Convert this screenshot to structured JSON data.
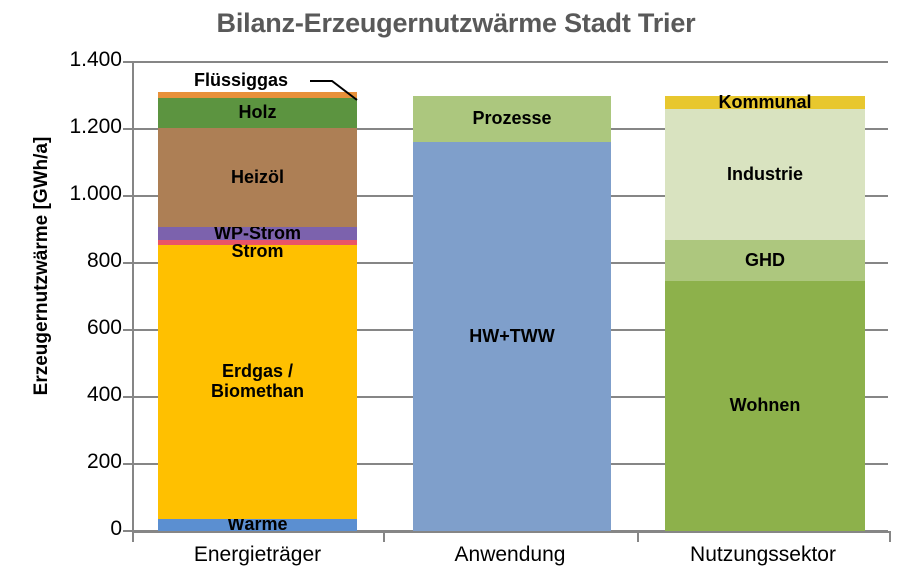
{
  "chart_data": {
    "type": "bar",
    "stacked": true,
    "title": "Bilanz-Erzeugernutzwärme Stadt Trier",
    "xlabel": "",
    "ylabel": "Erzeugernutzwärme [GWh/a]",
    "ylim": [
      0,
      1400
    ],
    "ytick_step": 200,
    "ytick_labels": [
      "1.400",
      "1.200",
      "1.000",
      "800",
      "600",
      "400",
      "200",
      "0"
    ],
    "ytick_values": [
      1400,
      1200,
      1000,
      800,
      600,
      400,
      200,
      0
    ],
    "grid": "horizontal",
    "legend": "none (direct data labels on segments)",
    "categories": [
      "Energieträger",
      "Anwendung",
      "Nutzungssektor"
    ],
    "columns": [
      {
        "category": "Energieträger",
        "total": 1299,
        "segments": [
          {
            "label": "Wärme",
            "value": 36,
            "color": "#5B8FD1"
          },
          {
            "label": "Erdgas /\nBiomethan",
            "value": 818,
            "color": "#FFC000"
          },
          {
            "label": "Strom",
            "value": 15,
            "color": "#EA5566"
          },
          {
            "label": "WP-Strom",
            "value": 38,
            "color": "#7C62AD"
          },
          {
            "label": "Heizöl",
            "value": 296,
            "color": "#AD7F55"
          },
          {
            "label": "Holz",
            "value": 90,
            "color": "#5C9440"
          },
          {
            "label": "Flüssiggas",
            "value": 16,
            "color": "#E8913A"
          }
        ]
      },
      {
        "category": "Anwendung",
        "total": 1299,
        "segments": [
          {
            "label": "HW+TWW",
            "value": 1162,
            "color": "#7F9FCB"
          },
          {
            "label": "Prozesse",
            "value": 137,
            "color": "#ACC77E"
          }
        ]
      },
      {
        "category": "Nutzungssektor",
        "total": 1299,
        "segments": [
          {
            "label": "Wohnen",
            "value": 747,
            "color": "#8DB14B"
          },
          {
            "label": "GHD",
            "value": 121,
            "color": "#ADC77E"
          },
          {
            "label": "Industrie",
            "value": 391,
            "color": "#D9E3C0"
          },
          {
            "label": "Kommunal",
            "value": 40,
            "color": "#E8C72E"
          }
        ]
      }
    ],
    "callouts": [
      {
        "label": "Flüssiggas",
        "points_to": "Energieträger / Flüssiggas"
      }
    ],
    "colors": {
      "title_text": "#595959",
      "axis_line": "#868686",
      "gridline": "#868686",
      "background": "#FFFFFF",
      "label_text": "#000000"
    }
  }
}
